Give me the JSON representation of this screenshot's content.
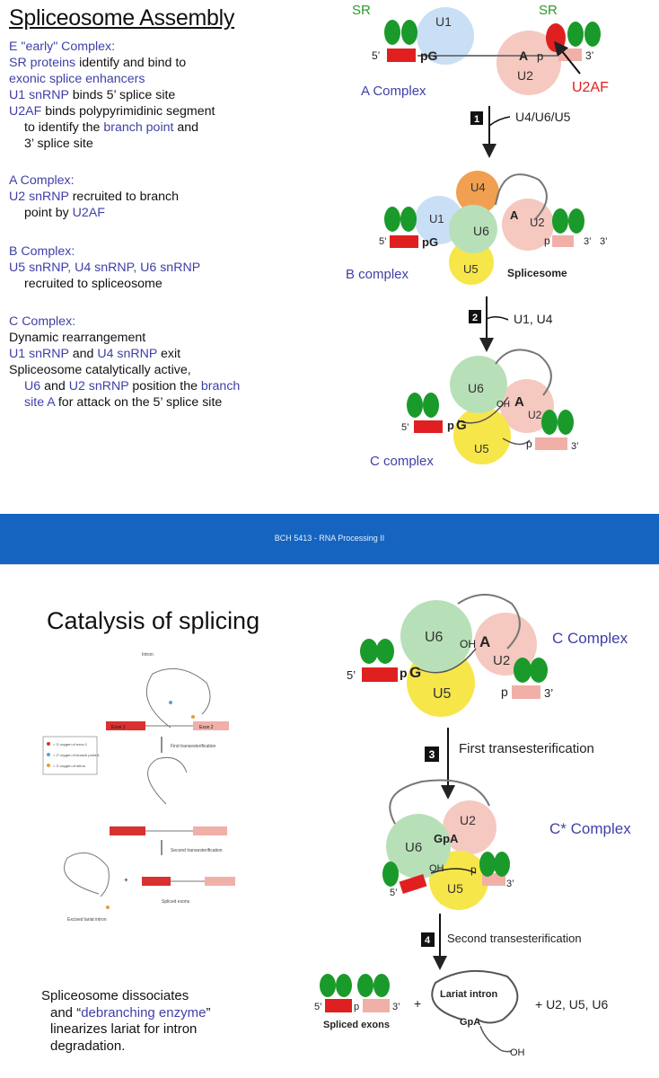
{
  "slide1": {
    "title": "Spliceosome Assembly",
    "e_heading": "E \"early\" Complex:",
    "e_l1_a": "SR proteins",
    "e_l1_b": " identify and bind to",
    "e_l2": "exonic splice enhancers",
    "e_l3_a": "U1 snRNP",
    "e_l3_b": " binds 5’  splice site",
    "e_l4_a": "U2AF",
    "e_l4_b": " binds polypyrimidinic segment",
    "e_l5_a": "to identify the ",
    "e_l5_b": "branch point",
    "e_l5_c": " and",
    "e_l6": "3’ splice site",
    "a_heading": "A Complex:",
    "a_l1_a": "U2 snRNP",
    "a_l1_b": " recruited to branch",
    "a_l2_a": "point by ",
    "a_l2_b": "U2AF",
    "b_heading": "B Complex:",
    "b_l1": "U5 snRNP, U4 snRNP, U6 snRNP",
    "b_l2": "recruited to spliceosome",
    "c_heading": "C Complex:",
    "c_l1": "Dynamic rearrangement",
    "c_l2_a": "U1 snRNP",
    "c_l2_b": " and ",
    "c_l2_c": "U4 snRNP",
    "c_l2_d": " exit",
    "c_l3": "Spliceosome catalytically active,",
    "c_l4_a": "U6",
    "c_l4_b": " and ",
    "c_l4_c": "U2 snRNP",
    "c_l4_d": " position the ",
    "c_l4_e": "branch",
    "c_l5_a": "site A",
    "c_l5_b": " for attack on the 5’ splice site",
    "diagram": {
      "sr": "SR",
      "u1": "U1",
      "u2": "U2",
      "u4": "U4",
      "u5": "U5",
      "u6": "U6",
      "pg": "pG",
      "a": "A",
      "p": "p",
      "five": "5’",
      "three": "3’",
      "u2af": "U2AF",
      "a_complex": "A Complex",
      "step1_num": "1",
      "step1_label": "U4/U6/U5",
      "b_complex": "B complex",
      "spliceosome": "Splicesome",
      "step2_num": "2",
      "step2_label": "U1, U4",
      "c_complex": "C complex",
      "oh": "OH",
      "g": "G"
    }
  },
  "footer": "BCH 5413 - RNA Processing II",
  "slide2": {
    "title": "Catalysis of splicing",
    "conclusion_l1": "Spliceosome dissociates",
    "conclusion_l2_a": "and “",
    "conclusion_l2_b": "debranching enzyme",
    "conclusion_l2_c": "”",
    "conclusion_l3": "linearizes lariat for intron",
    "conclusion_l4": "degradation.",
    "c_complex": "C Complex",
    "cstar_complex": "C* Complex",
    "step3_num": "3",
    "step3_label": "First transesterification",
    "step4_num": "4",
    "step4_label": "Second transesterification",
    "spliced_exons": "Spliced exons",
    "lariat_intron": "Lariat intron",
    "plus_u": "+ U2, U5, U6",
    "plus": "+",
    "gpa": "GpA",
    "oh": "OH",
    "mini": {
      "intron": "Intron",
      "exon1": "Exon 1",
      "exon2": "Exon 2",
      "first": "First transesterification",
      "second": "Second transesterification",
      "excised": "Excised lariat intron",
      "spliced": "Spliced exons",
      "legend1": "= 3' oxygen of exon 1",
      "legend2": "= 2' oxygen of branch point A",
      "legend3": "= 3' oxygen of intron"
    }
  }
}
